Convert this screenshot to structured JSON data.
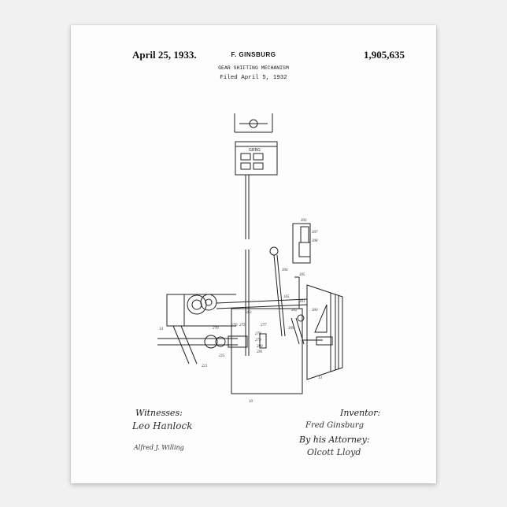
{
  "patent": {
    "date": "April 25, 1933.",
    "inventor_name": "F. GINSBURG",
    "number": "1,905,635",
    "title": "GEAR SHIFTING MECHANISM",
    "filed": "Filed April 5, 1932"
  },
  "drawing": {
    "panel_label": "GRBG",
    "labels": {
      "l303": "303",
      "l307": "307",
      "l308": "308",
      "l304": "304",
      "l305": "305",
      "l301": "301",
      "l302": "302",
      "l300": "300",
      "l165": "165",
      "l14": "14",
      "l263": "263",
      "l277": "277",
      "l278": "278",
      "l279": "279",
      "l280": "280",
      "l281": "281",
      "l275": "275",
      "l276": "276",
      "l270": "270",
      "l225": "225",
      "l221": "221",
      "l309": "309",
      "l10": "10",
      "l13": "13"
    }
  },
  "signatures": {
    "witnesses_label": "Witnesses:",
    "witness_1": "Leo Hanlock",
    "witness_2": "Alfred J. Willing",
    "inventor_label": "Inventor:",
    "inventor_signature": "Fred Ginsburg",
    "attorney_label": "By his Attorney:",
    "attorney_signature": "Olcott Lloyd"
  }
}
